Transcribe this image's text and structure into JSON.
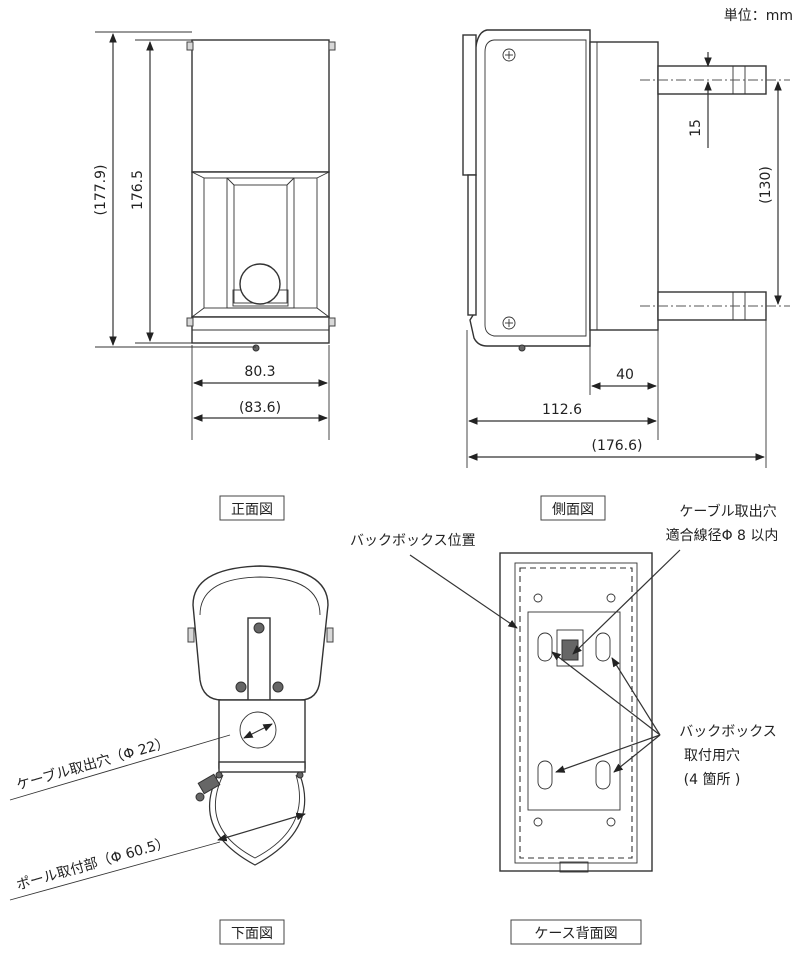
{
  "unit": "単位：mm",
  "views": {
    "front": "正面図",
    "side": "側面図",
    "bottom": "下面図",
    "back": "ケース背面図"
  },
  "dimensions": {
    "front_height_overall": "(177.9)",
    "front_height": "176.5",
    "front_width": "80.3",
    "front_width_overall": "(83.6)",
    "side_bracket_offset": "15",
    "side_bracket_spacing": "(130)",
    "side_depth_bracket": "40",
    "side_depth_body": "112.6",
    "side_depth_overall": "(176.6)"
  },
  "callouts": {
    "cable_exit_bottom": "ケーブル取出穴（Φ 22）",
    "pole_mount": "ポール取付部（Φ 60.5）",
    "backbox_position": "バックボックス位置",
    "cable_exit_back_line1": "ケーブル取出穴",
    "cable_exit_back_line2": "適合線径Φ 8 以内",
    "backbox_holes_line1": "バックボックス",
    "backbox_holes_line2": "取付用穴",
    "backbox_holes_line3": "(4 箇所 )"
  }
}
